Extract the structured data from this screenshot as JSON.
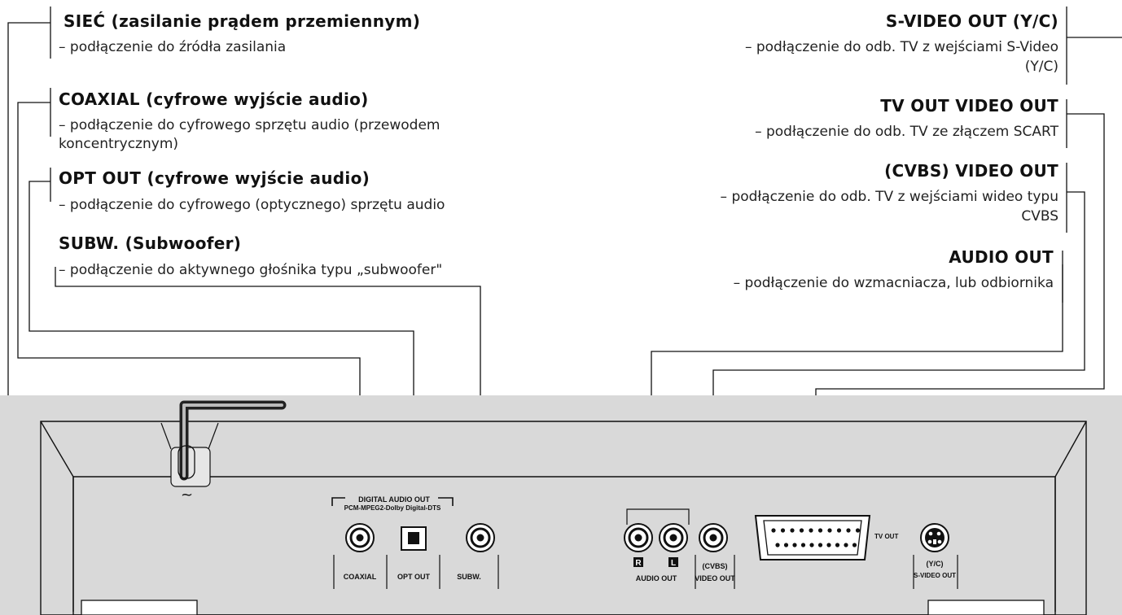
{
  "labels": {
    "siec": {
      "title": "SIEĆ (zasilanie prądem przemiennym)",
      "desc": "– podłączenie do źródła zasilania"
    },
    "coaxial": {
      "title": "COAXIAL (cyfrowe wyjście audio)",
      "desc_line1": "– podłączenie do cyfrowego sprzętu audio (przewodem",
      "desc_line2": "koncentrycznym)"
    },
    "optout": {
      "title": "OPT OUT  (cyfrowe wyjście audio)",
      "desc": "– podłączenie do cyfrowego (optycznego) sprzętu audio"
    },
    "subw": {
      "title": "SUBW. (Subwoofer)",
      "desc": "– podłączenie do aktywnego głośnika typu „subwoofer\""
    },
    "svideo": {
      "title": "S-VIDEO OUT  (Y/C)",
      "desc_line1": "– podłączenie do odb. TV z wejściami S-Video",
      "desc_line2": "(Y/C)"
    },
    "tvout": {
      "title": "TV OUT VIDEO OUT",
      "desc": "– podłączenie do odb. TV ze złączem SCART"
    },
    "cvbs": {
      "title": "(CVBS) VIDEO OUT",
      "desc_line1": "– podłączenie do odb. TV z wejściami wideo typu",
      "desc_line2": "CVBS"
    },
    "audioout": {
      "title": "AUDIO OUT",
      "desc": "– podłączenie do wzmacniacza, lub odbiornika"
    }
  },
  "panel": {
    "tilde": "~",
    "digital_audio_out": "DIGITAL AUDIO OUT",
    "formats": "PCM-MPEG2-Dolby Digital-DTS",
    "coaxial": "COAXIAL",
    "opt_out": "OPT OUT",
    "subw": "SUBW.",
    "r_badge": "R",
    "l_badge": "L",
    "audio_out": "AUDIO OUT",
    "cvbs": "(CVBS)",
    "video_out": "VIDEO OUT",
    "tv_out": "TV OUT",
    "yc": "(Y/C)",
    "svideo_out": "S-VIDEO OUT"
  },
  "colors": {
    "panel_bg": "#d9d9d9",
    "line": "#111111"
  }
}
